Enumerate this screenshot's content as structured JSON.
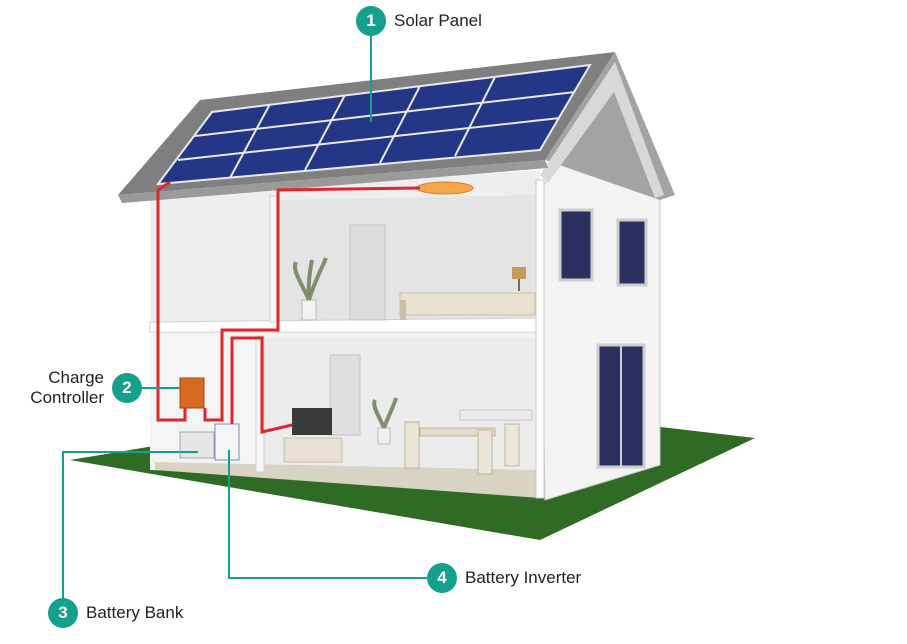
{
  "colors": {
    "accent": "#14a08c",
    "wire": "#e0262b",
    "ground": "#2f6b25",
    "panel": "#2a3a8c",
    "roof": "#8a8a8a"
  },
  "callouts": {
    "solar_panel": {
      "number": "1",
      "label": "Solar Panel"
    },
    "charge_controller": {
      "number": "2",
      "line1": "Charge",
      "line2": "Controller"
    },
    "battery_bank": {
      "number": "3",
      "label": "Battery Bank"
    },
    "battery_inverter": {
      "number": "4",
      "label": "Battery Inverter"
    }
  }
}
